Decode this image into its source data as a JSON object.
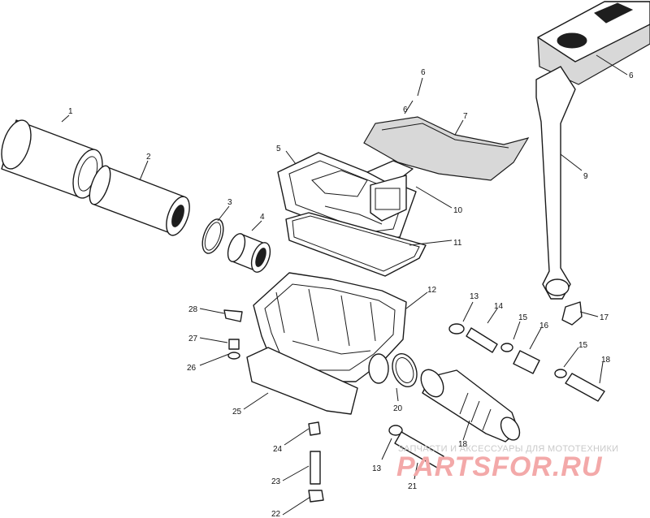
{
  "diagram": {
    "callouts": [
      {
        "id": "c1",
        "text": "1"
      },
      {
        "id": "c2",
        "text": "2"
      },
      {
        "id": "c3",
        "text": "3"
      },
      {
        "id": "c4",
        "text": "4"
      },
      {
        "id": "c5",
        "text": "5"
      },
      {
        "id": "c6a",
        "text": "6"
      },
      {
        "id": "c6b",
        "text": "6"
      },
      {
        "id": "c6c",
        "text": "6"
      },
      {
        "id": "c7",
        "text": "7"
      },
      {
        "id": "c9",
        "text": "9"
      },
      {
        "id": "c10",
        "text": "10"
      },
      {
        "id": "c11",
        "text": "11"
      },
      {
        "id": "c12",
        "text": "12"
      },
      {
        "id": "c13a",
        "text": "13"
      },
      {
        "id": "c13b",
        "text": "13"
      },
      {
        "id": "c14",
        "text": "14"
      },
      {
        "id": "c15a",
        "text": "15"
      },
      {
        "id": "c15b",
        "text": "15"
      },
      {
        "id": "c16",
        "text": "16"
      },
      {
        "id": "c17",
        "text": "17"
      },
      {
        "id": "c18a",
        "text": "18"
      },
      {
        "id": "c18b",
        "text": "18"
      },
      {
        "id": "c20",
        "text": "20"
      },
      {
        "id": "c21",
        "text": "21"
      },
      {
        "id": "c22",
        "text": "22"
      },
      {
        "id": "c23",
        "text": "23"
      },
      {
        "id": "c24",
        "text": "24"
      },
      {
        "id": "c25",
        "text": "25"
      },
      {
        "id": "c26",
        "text": "26"
      },
      {
        "id": "c27",
        "text": "27"
      },
      {
        "id": "c28",
        "text": "28"
      }
    ]
  },
  "watermark": {
    "tagline": "ЗАПЧАСТИ И АКСЕССУАРЫ ДЛЯ МОТОТЕХНИКИ",
    "brand": "PARTSFOR.RU"
  }
}
